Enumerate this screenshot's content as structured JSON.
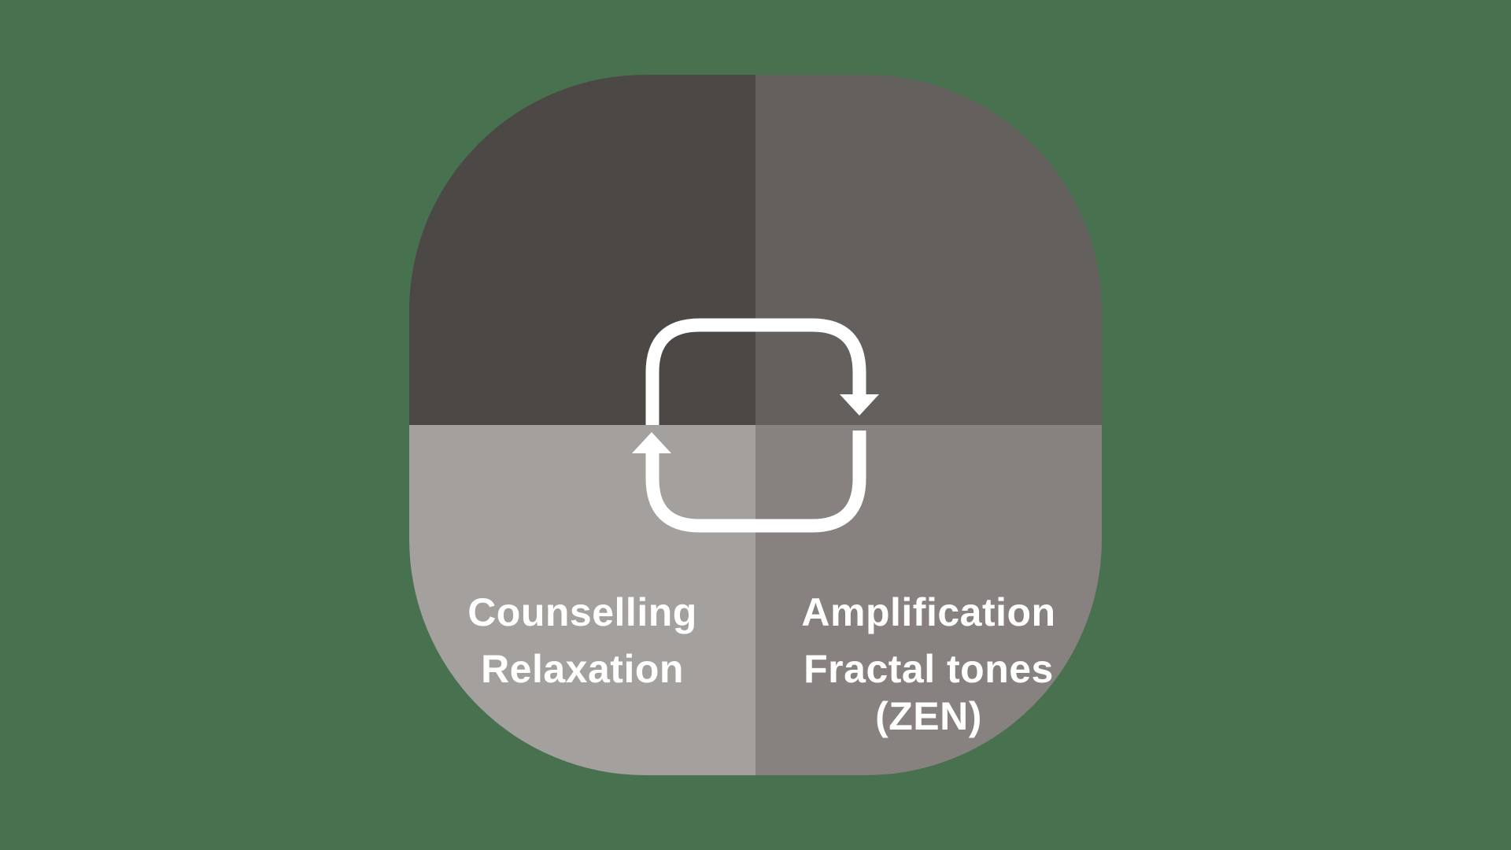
{
  "background_color": "#48714F",
  "diagram": {
    "title": "hearing-care-cycle-quadrants",
    "arrow_color": "#FFFFFF",
    "text_color": "#FFFFFF",
    "quadrants": [
      {
        "position": "top-left",
        "label": "Counselling",
        "color": "#4B4845"
      },
      {
        "position": "top-right",
        "label": "Amplification",
        "color": "#64605D"
      },
      {
        "position": "bottom-left",
        "label": "Relaxation",
        "color": "#A3A09E"
      },
      {
        "position": "bottom-right",
        "label": "Fractal tones",
        "label_line2": "(ZEN)",
        "color": "#87827F"
      }
    ],
    "cycle": {
      "direction": "clockwise",
      "arrowheads": [
        "down-right-side",
        "up-left-side"
      ]
    }
  }
}
